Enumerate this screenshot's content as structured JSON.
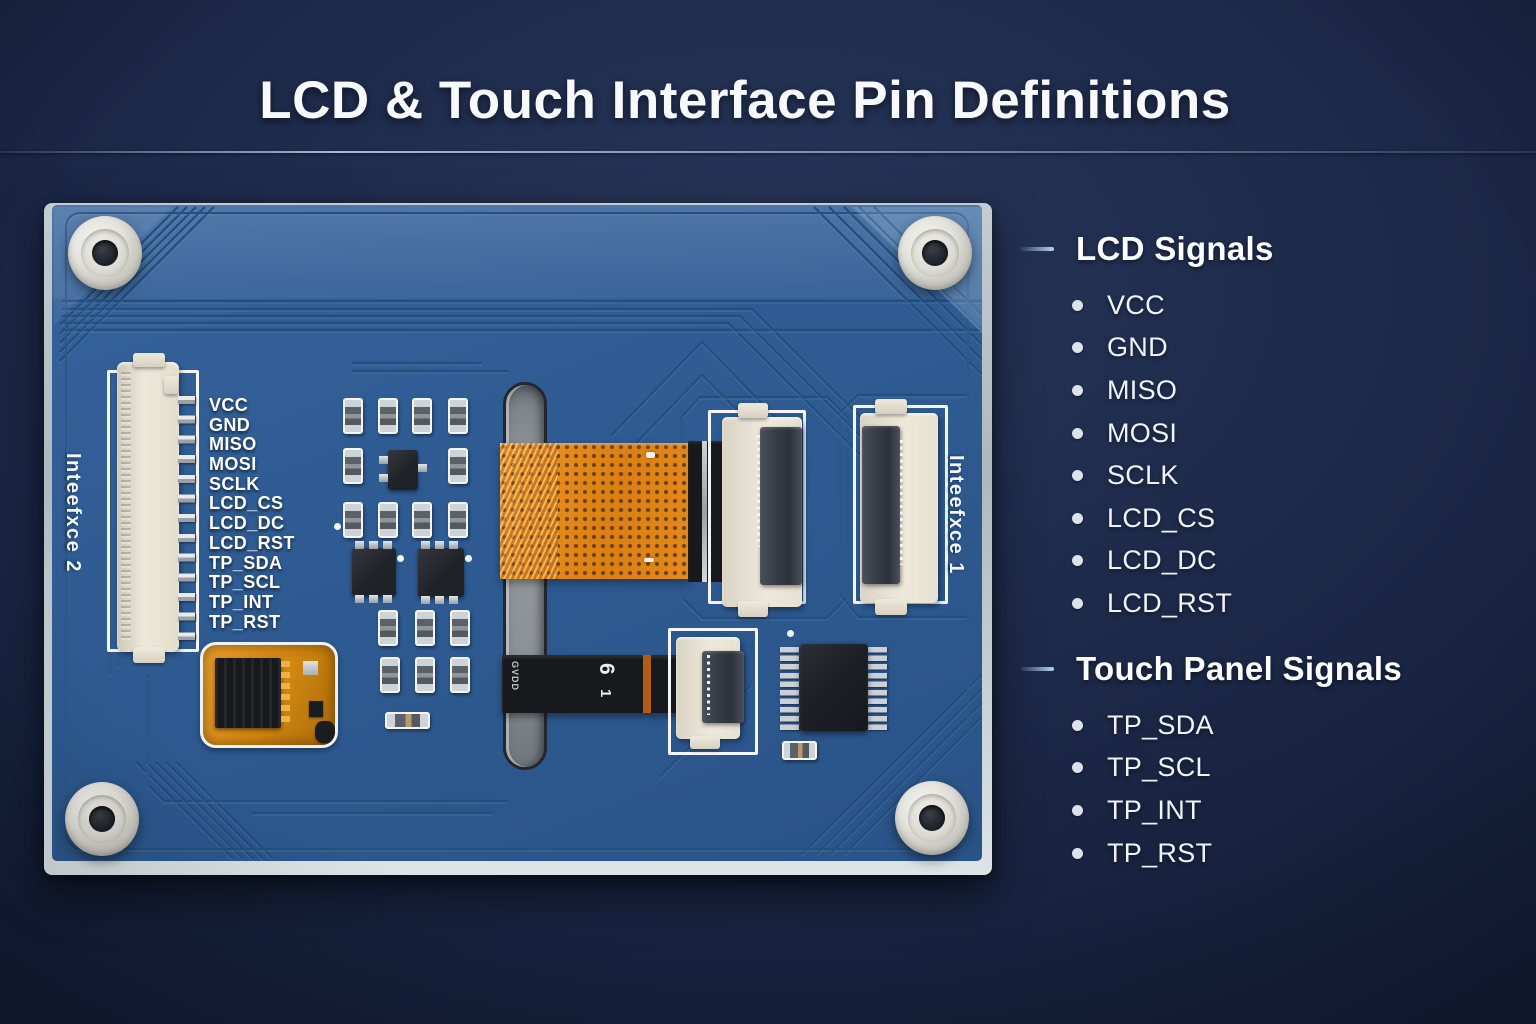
{
  "title": "LCD & Touch Interface Pin Definitions",
  "pcb": {
    "pin_labels": [
      "VCC",
      "GND",
      "MISO",
      "MOSI",
      "SCLK",
      "LCD_CS",
      "LCD_DC",
      "LCD_RST",
      "TP_SDA",
      "TP_SCL",
      "TP_INT",
      "TP_RST"
    ],
    "interface_2_label": "Inteefxce 2",
    "interface_1_label": "Inteefxce 1",
    "ribbon_marking_top": "6",
    "ribbon_marking_bottom": "1",
    "ribbon_marking_small": "GVDD"
  },
  "legend": {
    "lcd_signals": {
      "heading": "LCD Signals",
      "items": [
        "VCC",
        "GND",
        "MISO",
        "MOSI",
        "SCLK",
        "LCD_CS",
        "LCD_DC",
        "LCD_RST"
      ]
    },
    "touch_signals": {
      "heading": "Touch Panel Signals",
      "items": [
        "TP_SDA",
        "TP_SCL",
        "TP_INT",
        "TP_RST"
      ]
    }
  },
  "colors": {
    "background": "#1e2b4b",
    "pcb_blue": "#2e5b92",
    "accent_dash": "#b5d4ee",
    "flex_orange": "#e0861c",
    "connector_beige": "#efe9db",
    "text": "#f7f9fc"
  }
}
